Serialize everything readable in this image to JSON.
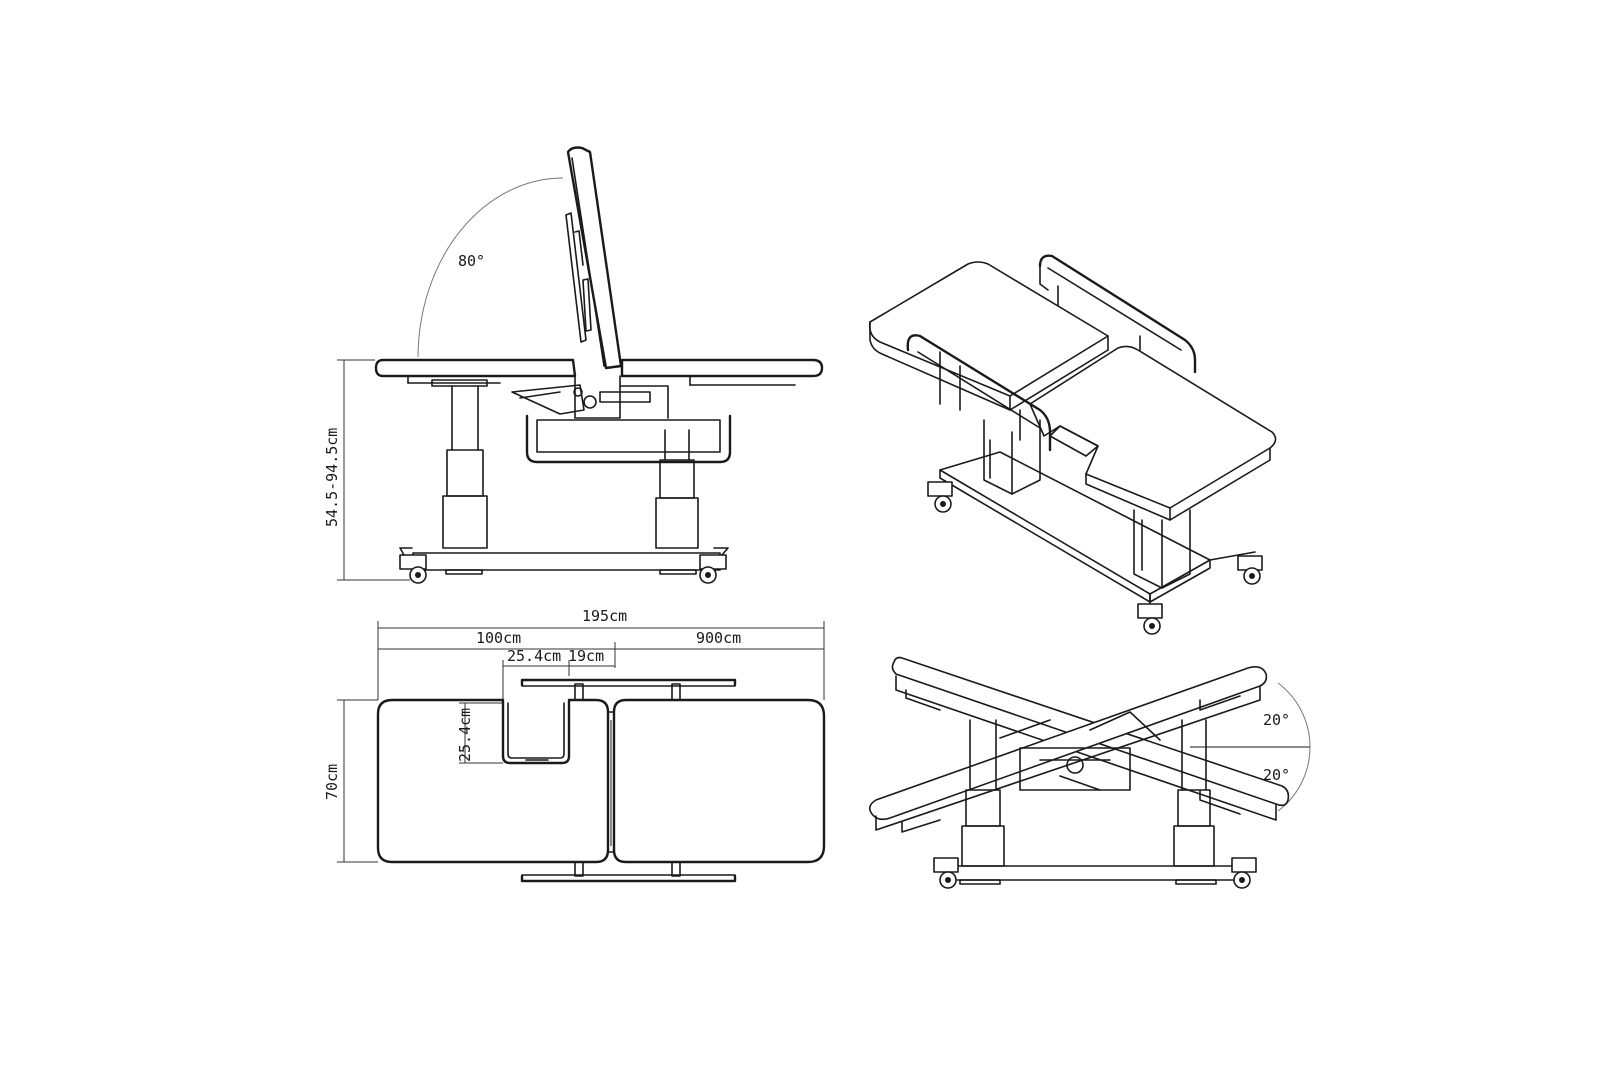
{
  "side_view": {
    "angle_label": "80°",
    "height_label": "54.5-94.5cm"
  },
  "top_view": {
    "total_length_label": "195cm",
    "left_section_label": "100cm",
    "right_section_label": "900cm",
    "cutout_width_label": "25.4cm",
    "gap_label": "19cm",
    "cutout_height_label": "25.4cm",
    "width_label": "70cm"
  },
  "tilt_view": {
    "upper_angle_label": "20°",
    "lower_angle_label": "20°"
  },
  "colors": {
    "line": "#1a1a1a",
    "background": "#ffffff"
  }
}
